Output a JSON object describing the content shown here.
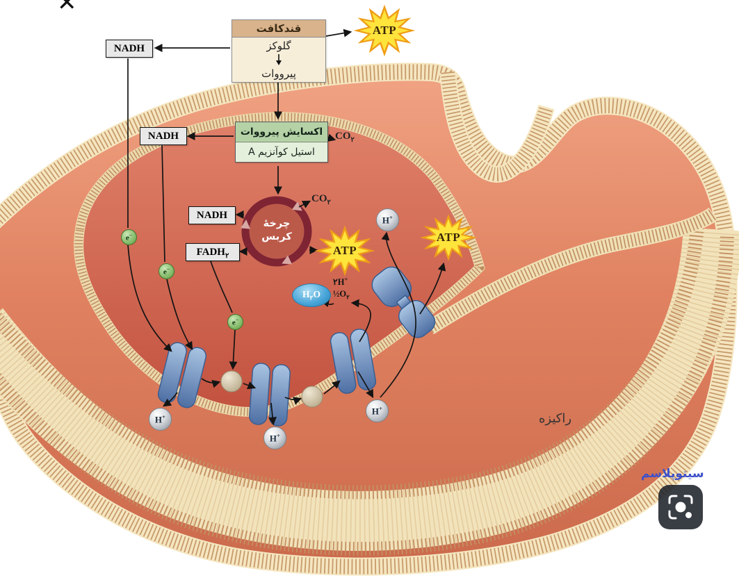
{
  "close_mark": "✕",
  "boxes": {
    "glycolysis": {
      "title": "قندکافت",
      "glucose": "گلوکز",
      "pyruvate": "پیرووات"
    },
    "oxidation": {
      "line1": "اکسایش پیرووات",
      "line2": "استیل کوآنزیم A"
    },
    "krebs": {
      "line1": "چرخهٔ",
      "line2": "کربس"
    },
    "nadh": "NADH",
    "fadh": {
      "base": "FADH",
      "sub": "۲"
    }
  },
  "molecules": {
    "atp": "ATP",
    "co2": {
      "base": "CO",
      "sub": "۲"
    },
    "h2o": {
      "p1": "H",
      "sub": "۲",
      "p2": "O"
    },
    "hplus": {
      "base": "H",
      "sup": "+"
    },
    "electron": {
      "base": "e",
      "sup": "−"
    },
    "reaction": {
      "l1base": "۲H",
      "l1sup": "+",
      "l2base": "½O",
      "l2sub": "۲"
    }
  },
  "labels": {
    "mitochondrion": "راکیزه",
    "cytoplasm": "سیتوپلاسم"
  },
  "colors": {
    "body": "#e08261",
    "matrix": "#c45442",
    "membrane_cream": "#f2e3bb",
    "comb": "#c79a6b",
    "atp_fill": "#ffe43c",
    "atp_stroke": "#ef9e18",
    "oxidation_green": "#b4d2a6",
    "glycolysis_tan": "#d8b38c",
    "complex_blue": "#6f94c4",
    "water_blue": "#3d9ed1",
    "electron_green": "#6fae55",
    "krebs_ring": "#7e2433",
    "cytoplasm_text": "#3f51c9"
  }
}
